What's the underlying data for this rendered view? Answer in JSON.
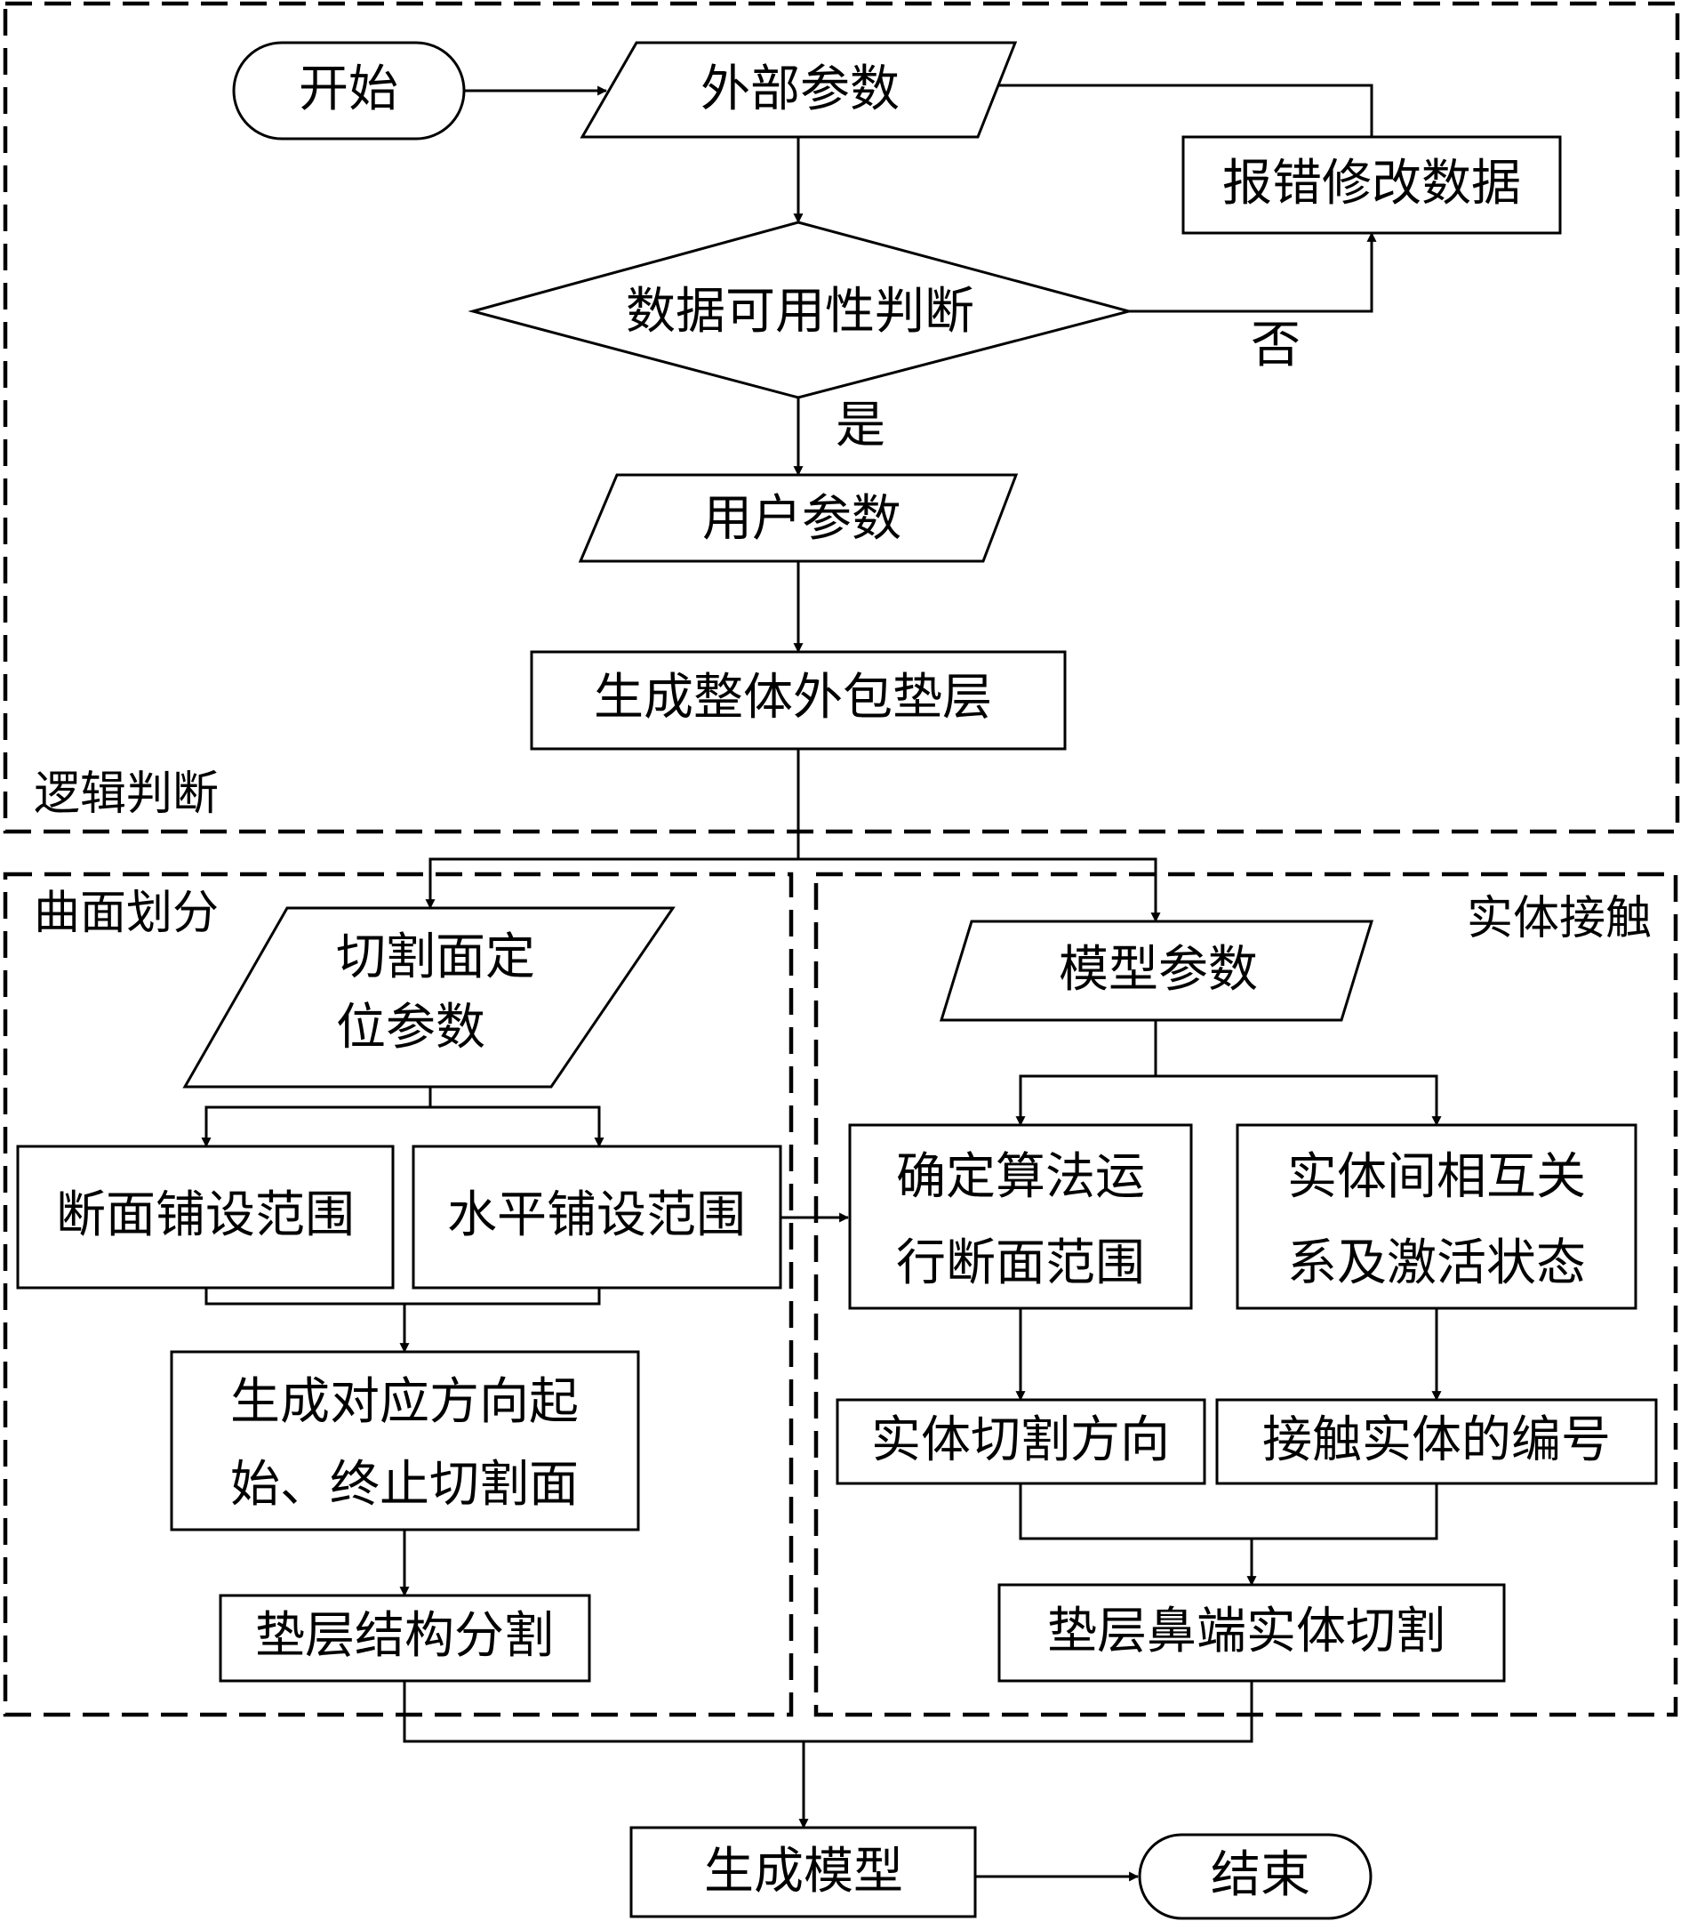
{
  "groups": {
    "logic": "逻辑判断",
    "surface": "曲面划分",
    "contact": "实体接触"
  },
  "nodes": {
    "start": "开始",
    "external_params": "外部参数",
    "error_fix": "报错修改数据",
    "availability_check": "数据可用性判断",
    "no_label": "否",
    "yes_label": "是",
    "user_params": "用户参数",
    "generate_cushion": "生成整体外包垫层",
    "cut_params_line1": "切割面定",
    "cut_params_line2": "位参数",
    "section_range": "断面铺设范围",
    "horizontal_range": "水平铺设范围",
    "gen_cut_line1": "生成对应方向起",
    "gen_cut_line2": "始、终止切割面",
    "split_structure": "垫层结构分割",
    "model_params": "模型参数",
    "algo_range_line1": "确定算法运",
    "algo_range_line2": "行断面范围",
    "relation_line1": "实体间相互关",
    "relation_line2": "系及激活状态",
    "cut_direction": "实体切割方向",
    "contact_id": "接触实体的编号",
    "nose_cut": "垫层鼻端实体切割",
    "generate_model": "生成模型",
    "end": "结束"
  }
}
